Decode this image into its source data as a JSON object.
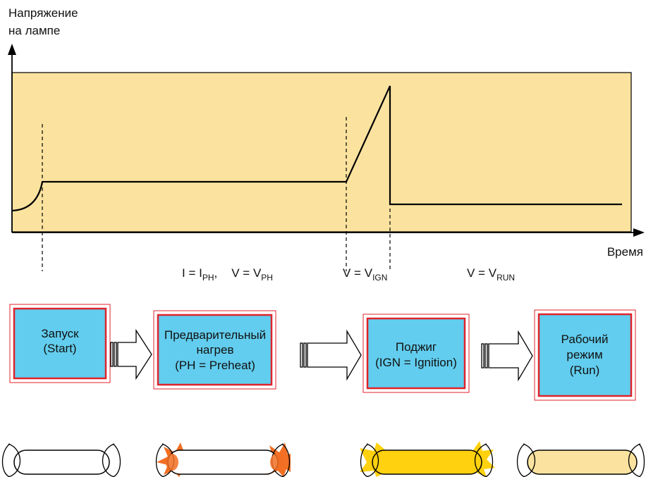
{
  "axes": {
    "y_label": [
      "Напряжение",
      "на лампе"
    ],
    "x_label": "Время"
  },
  "conditions": {
    "preheat": {
      "i_main": "I = I",
      "i_sub": "PH",
      "i_sep": ",",
      "v_main": "V = V",
      "v_sub": "PH"
    },
    "ignition": {
      "main": "V = V",
      "sub": "IGN"
    },
    "run": {
      "main": "V = V",
      "sub": "RUN"
    }
  },
  "stages": [
    {
      "lines": [
        "Запуск",
        "(Start)"
      ]
    },
    {
      "lines": [
        "Предварительный",
        "нагрев",
        "(PH = Preheat)"
      ]
    },
    {
      "lines": [
        "Поджиг",
        "(IGN = Ignition)"
      ]
    },
    {
      "lines": [
        "Рабочий",
        "режим",
        "(Run)"
      ]
    }
  ],
  "lamp_states": [
    "off",
    "preheat",
    "ignition",
    "run"
  ],
  "colors": {
    "plot_bg": "#fbe39f",
    "stage_fill": "#62cdee",
    "stage_border": "#e0232b",
    "flare_orange": "#f26f23",
    "glow_yellow": "#ffd10f",
    "lamp_run_fill": "#fbe39f"
  }
}
